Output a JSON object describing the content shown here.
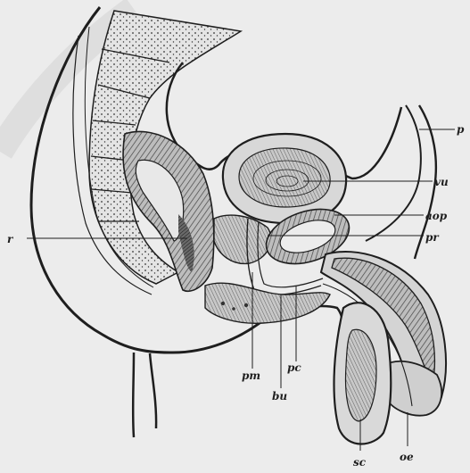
{
  "figure": {
    "labels": {
      "p": "p",
      "vu": "vu",
      "aop": "aop",
      "pr": "pr",
      "r": "r",
      "pm": "pm",
      "pc": "pc",
      "bu": "bu",
      "sc": "sc",
      "oe": "oe"
    }
  }
}
